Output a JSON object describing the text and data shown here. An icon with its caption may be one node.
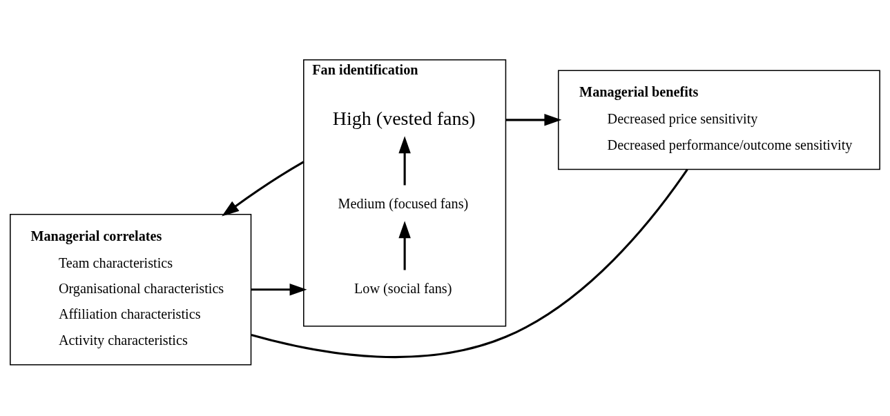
{
  "diagram": {
    "nodes": [
      {
        "text": [
          "Managerial correlates",
          "Team characteristics",
          "Organisational characteristics",
          "Affiliation characteristics",
          "Activity characteristics"
        ]
      },
      {
        "text": [
          "Fan identification"
        ]
      },
      {
        "text": [
          "Low (social fans)"
        ],
        "in": 1
      },
      {
        "text": [
          "Medium (focused fans)"
        ],
        "in": 1
      },
      {
        "text": [
          "High (vested fans)"
        ],
        "in": 1
      },
      {
        "text": [
          "Managerial benefits",
          "Decreased price sensitivity",
          "Decreased performance/outcome sensitivity"
        ]
      }
    ],
    "edges": [
      {
        "from": 0,
        "to": 1,
        "arrow": "to"
      },
      {
        "from": 2,
        "to": 3,
        "arrow": "to"
      },
      {
        "from": 3,
        "to": 4,
        "arrow": "to"
      },
      {
        "from": 1,
        "to": 5,
        "arrow": "to"
      },
      {
        "from": 1,
        "to": 0,
        "arrow": "to"
      },
      {
        "from": 5,
        "to": 0,
        "arrow": "none"
      }
    ]
  }
}
